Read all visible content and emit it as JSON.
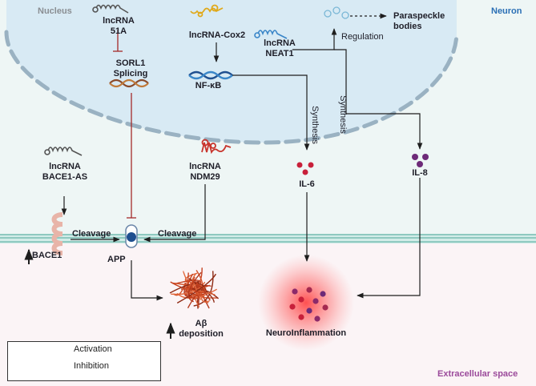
{
  "compartments": {
    "nucleus": "Nucleus",
    "neuron": "Neuron",
    "extracellular": "Extracellular space"
  },
  "molecules": {
    "lncrna_51a": "lncRNA\n51A",
    "lncrna_cox2": "lncRNA-Cox2",
    "lncrna_neat1": "lncRNA\nNEAT1",
    "paraspeckle": "Paraspeckle\nbodies",
    "sorl1": "SORL1\nSplicing",
    "nfkb": "NF-κB",
    "bace1_as": "lncRNA\nBACE1-AS",
    "ndm29": "lncRNA\nNDM29",
    "il6": "IL-6",
    "il8": "IL-8",
    "bace1": "BACE1",
    "app": "APP",
    "abeta": "Aβ\ndeposition",
    "neuroinflammation": "NeuroInflammation"
  },
  "edge_labels": {
    "regulation": "Regulation",
    "synthesis_neat1": "Synthesis",
    "synthesis_nfkb": "Synthesis",
    "cleavage_left": "Cleavage",
    "cleavage_right": "Cleavage"
  },
  "legend": {
    "activation": "Activation",
    "inhibition": "Inhibition"
  },
  "colors": {
    "nucleus_fill": "#d8eaf4",
    "nucleus_border": "#9ab2c2",
    "cytoplasm": "#eef6f5",
    "membrane": "#8fc9c0",
    "extracellular": "#fbf4f6",
    "activation": "#1e1e1e",
    "inhibition": "#a32a2a",
    "neuron_label": "#2a6fb5",
    "extracellular_label": "#9b4a9b",
    "il6": "#c8203a",
    "il8": "#6d2a78",
    "inflammation_glow": "#ff2020",
    "rna_gray": "#555555",
    "rna_yellow": "#e0a91a",
    "rna_blue": "#3a86c8",
    "rna_red": "#c8342c",
    "app_blue": "#1f4f8f",
    "bace1_pink": "#e8b4a8"
  }
}
